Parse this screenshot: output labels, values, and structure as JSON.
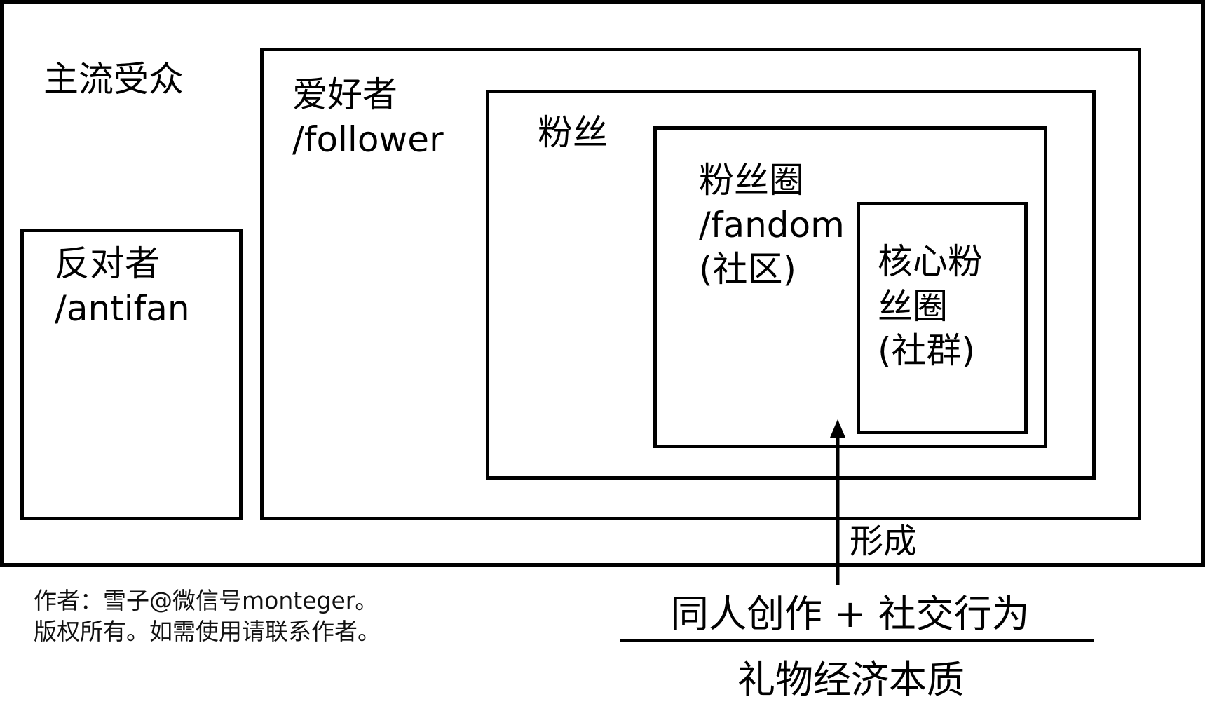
{
  "diagram": {
    "mainstream": "主流受众",
    "antifan": "反对者\n/antifan",
    "follower": "爱好者\n/follower",
    "fan": "粉丝",
    "fandom": "粉丝圈\n/fandom\n(社区)",
    "core_fandom": "核心粉\n丝圈\n(社群)",
    "arrow_label": "形成"
  },
  "formula": {
    "numerator": "同人创作 + 社交行为",
    "denominator": "礼物经济本质"
  },
  "credit": "作者：雪子@微信号monteger。\n版权所有。如需使用请联系作者。",
  "colors": {
    "line": "#000000",
    "background": "#ffffff"
  }
}
